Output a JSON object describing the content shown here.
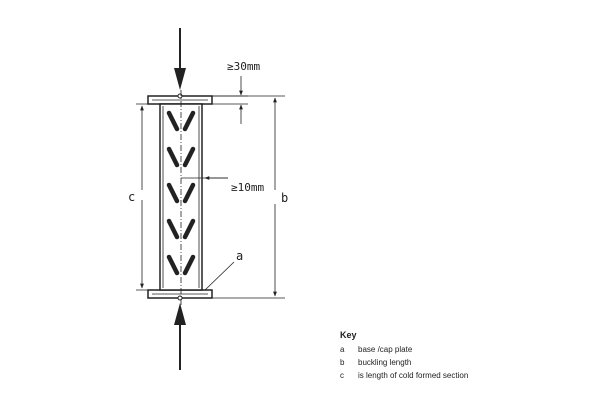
{
  "labels": {
    "dim_top": "≥30mm",
    "dim_mid": "≥10mm",
    "letter_a": "a",
    "letter_b": "b",
    "letter_c": "c"
  },
  "key": {
    "title": "Key",
    "items": [
      {
        "letter": "a",
        "text": "base /cap plate"
      },
      {
        "letter": "b",
        "text": "buckling length"
      },
      {
        "letter": "c",
        "text": "is length of cold formed section"
      }
    ]
  },
  "colors": {
    "ink": "#222222"
  }
}
